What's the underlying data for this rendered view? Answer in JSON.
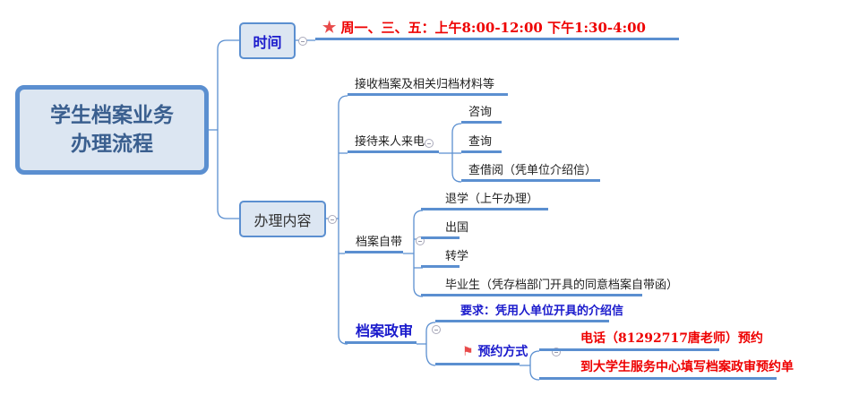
{
  "root": {
    "line1": "学生档案业务",
    "line2": "办理流程"
  },
  "time": {
    "label": "时间",
    "icon": "star-icon",
    "value": "周一、三、五：上午8:00-12:00  下午1:30-4:00"
  },
  "content": {
    "label": "办理内容",
    "items": [
      {
        "label": "接收档案及相关归档材料等"
      },
      {
        "label": "接待来人来电",
        "children": [
          "咨询",
          "查询",
          "查借阅（凭单位介绍信）"
        ]
      },
      {
        "label": "档案自带",
        "children": [
          "退学（上午办理）",
          "出国",
          "转学",
          "毕业生（凭存档部门开具的同意档案自带函）"
        ]
      },
      {
        "label": "档案政审",
        "children": [
          {
            "label": "要求：凭用人单位开具的介绍信"
          },
          {
            "label": "预约方式",
            "icon": "flag-icon",
            "children": [
              "电话（81292717唐老师）预约",
              "到大学生服务中心填写档案政审预约单"
            ]
          }
        ]
      }
    ]
  },
  "colors": {
    "line": "#5b8fd0",
    "node_bg": "#dce6f2",
    "red": "#e00000",
    "blue": "#1a1acc"
  }
}
